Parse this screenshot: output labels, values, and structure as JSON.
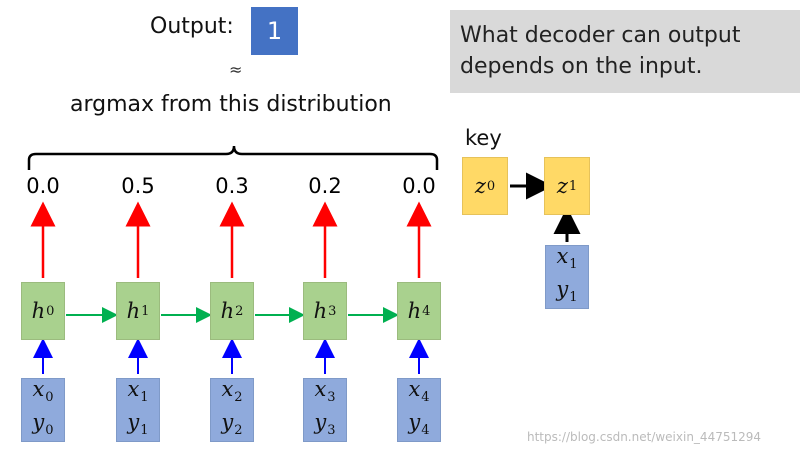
{
  "output": {
    "label": "Output:",
    "value": "1",
    "tilde": "≈"
  },
  "argmax_text": "argmax from this distribution",
  "note": {
    "line1": "What decoder can output",
    "line2": "depends on the input."
  },
  "key_label": "key",
  "probs": [
    "0.0",
    "0.5",
    "0.3",
    "0.2",
    "0.0"
  ],
  "hidden": [
    {
      "sym": "h",
      "sup": "0"
    },
    {
      "sym": "h",
      "sup": "1"
    },
    {
      "sym": "h",
      "sup": "2"
    },
    {
      "sym": "h",
      "sup": "3"
    },
    {
      "sym": "h",
      "sup": "4"
    }
  ],
  "inputs": [
    {
      "x": "x",
      "xs": "0",
      "y": "y",
      "ys": "0"
    },
    {
      "x": "x",
      "xs": "1",
      "y": "y",
      "ys": "1"
    },
    {
      "x": "x",
      "xs": "2",
      "y": "y",
      "ys": "2"
    },
    {
      "x": "x",
      "xs": "3",
      "y": "y",
      "ys": "3"
    },
    {
      "x": "x",
      "xs": "4",
      "y": "y",
      "ys": "4"
    }
  ],
  "decoder": {
    "z0": {
      "sym": "z",
      "sup": "0"
    },
    "z1": {
      "sym": "z",
      "sup": "1"
    },
    "input": {
      "x": "x",
      "xs": "1",
      "y": "y",
      "ys": "1"
    }
  },
  "watermark": "https://blog.csdn.net/weixin_44751294",
  "colors": {
    "output_box": "#4472c4",
    "hidden_box": "#a9d18e",
    "input_box": "#8faadc",
    "decoder_box": "#ffd966",
    "note_bg": "#d9d9d9",
    "red_arrow": "#ff0000",
    "blue_arrow": "#0000ff",
    "green_arrow": "#00b050"
  }
}
